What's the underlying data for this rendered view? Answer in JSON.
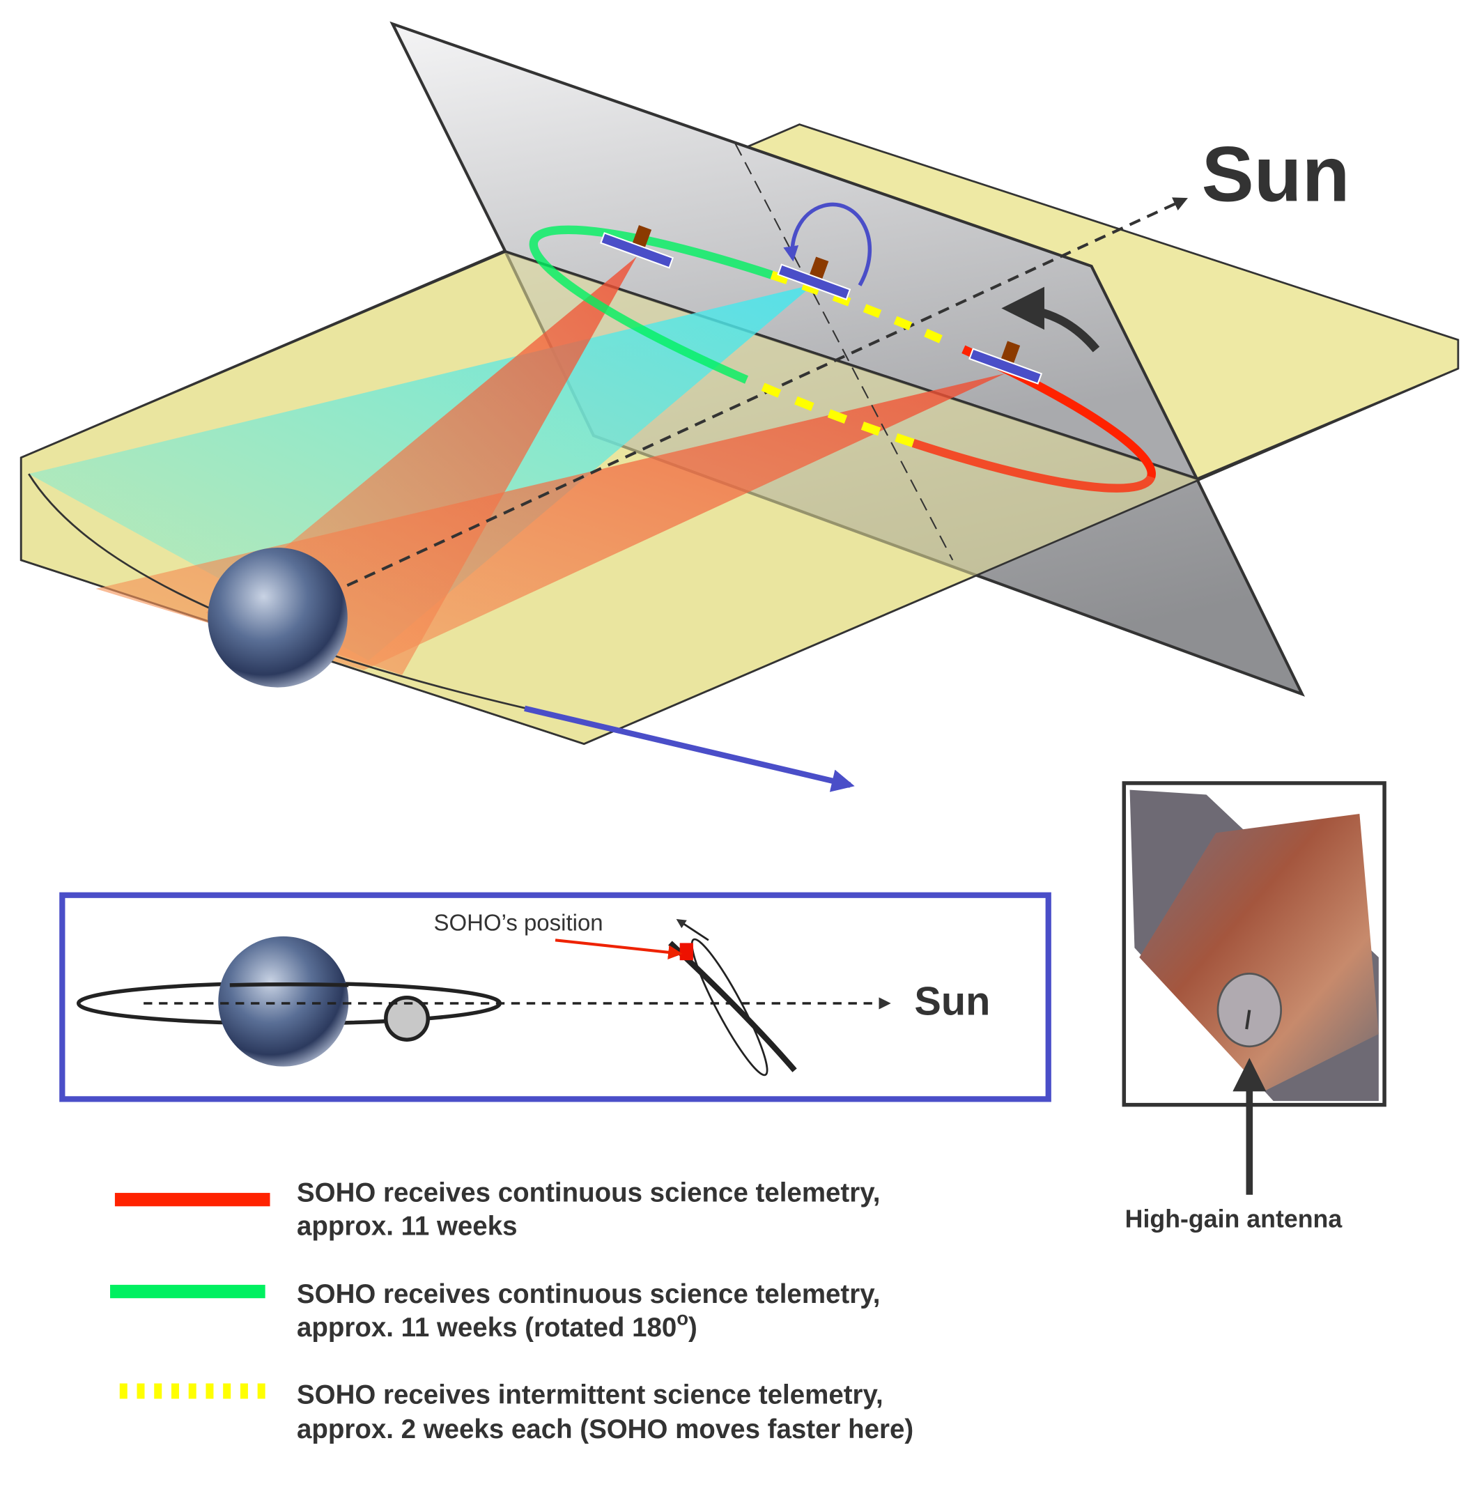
{
  "diagram": {
    "sun_label": "Sun",
    "inset": {
      "sun_label": "Sun",
      "soho_position_label": "SOHO’s position"
    },
    "photo": {
      "antenna_label": "High-gain antenna"
    },
    "legend": [
      {
        "color": "#ff2200",
        "style": "solid",
        "line1": "SOHO receives continuous science telemetry,",
        "line2": "approx. 11 weeks"
      },
      {
        "color": "#00f060",
        "style": "solid",
        "line1": "SOHO receives continuous science telemetry,",
        "line2": "approx. 11 weeks (rotated 180",
        "superscript": "o",
        "line2_end": ")"
      },
      {
        "color": "#ffff00",
        "style": "dashed",
        "line1": "SOHO receives intermittent science telemetry,",
        "line2": "approx. 2 weeks each (SOHO moves faster here)"
      }
    ],
    "colors": {
      "ecliptic_plane": "#eee9a4",
      "vertical_plane": "#c8c9cb",
      "inset_border": "#4a4ec8",
      "spacecraft": "#4a4ec8"
    }
  }
}
